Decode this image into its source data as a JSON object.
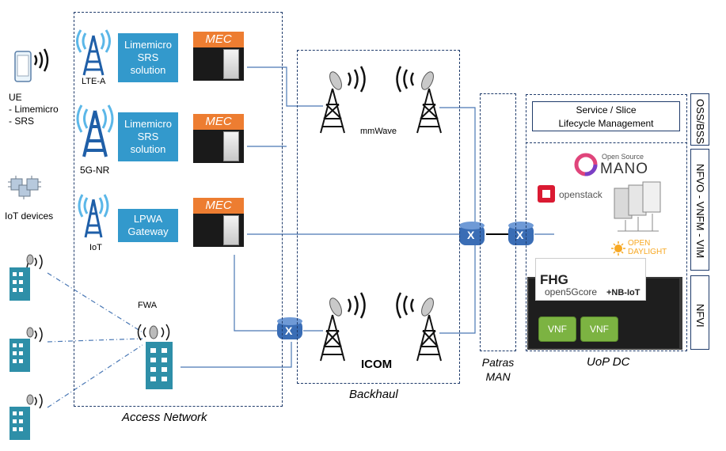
{
  "ue": {
    "label": "UE\n- Limemicro\n- SRS"
  },
  "iot_devices": {
    "label": "IoT devices"
  },
  "access_network": {
    "label": "Access Network",
    "sites": [
      {
        "tower_label": "LTE-A",
        "box_text": "Limemicro\nSRS\nsolution",
        "mec_label": "MEC"
      },
      {
        "tower_label": "5G-NR",
        "box_text": "Limemicro\nSRS\nsolution",
        "mec_label": "MEC"
      },
      {
        "tower_label": "IoT",
        "box_text": "LPWA\nGateway",
        "mec_label": "MEC"
      }
    ],
    "fwa_label": "FWA",
    "switch_label": "X"
  },
  "backhaul": {
    "label": "Backhaul",
    "mmwave_label": "mmWave",
    "icom_label": "ICOM"
  },
  "patras_man": {
    "label": "Patras\nMAN",
    "switch_left": "X",
    "switch_right": "X"
  },
  "uop_dc": {
    "label": "UoP DC",
    "service_box": "Service / Slice\nLifecycle Management",
    "osm_small": "Open Source",
    "osm_big": "MANO",
    "openstack": "openstack",
    "odl_top": "OPEN",
    "odl_bottom": "DAYLIGHT",
    "fhg": "FHG",
    "open5gcore": "open5Gcore",
    "nbiot": "+NB-IoT",
    "vnf1": "VNF",
    "vnf2": "VNF"
  },
  "side_labels": {
    "oss": "OSS/BSS",
    "nfvo": "NFVO - VNFM - VIM",
    "nfvi": "NFVI"
  },
  "colors": {
    "accent_blue": "#3399CC",
    "mec_orange": "#ED7D31",
    "signal_blue": "#5BB7E8",
    "building_teal": "#2E8FA8",
    "switch_blue": "#3A6DB5",
    "vnf_green": "#7CB342"
  }
}
